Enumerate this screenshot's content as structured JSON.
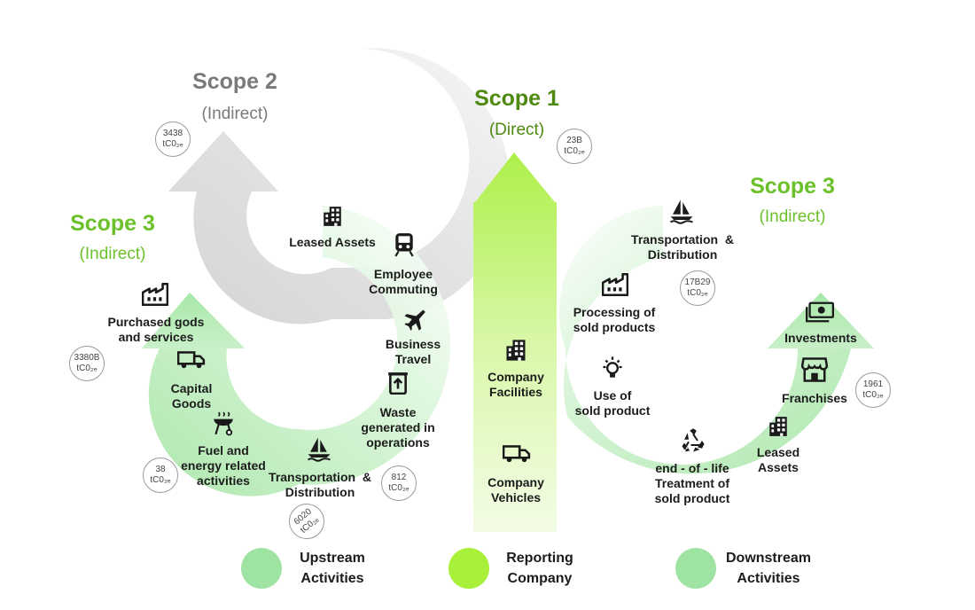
{
  "colors": {
    "scope1": "#4f8a10",
    "scope2": "#7a7a7a",
    "scope3": "#6cc12b",
    "upstream": "#9fe3a3",
    "reporting": "#a8f03a",
    "downstream": "#9fe3a3"
  },
  "scope2": {
    "title": "Scope 2",
    "subtitle": "(Indirect)",
    "badge_value": "3438",
    "badge_unit": "tC0₂ₑ"
  },
  "scope1": {
    "title": "Scope 1",
    "subtitle": "(Direct)",
    "badge_value": "23B",
    "badge_unit": "tC0₂ₑ"
  },
  "scope3_up": {
    "title": "Scope 3",
    "subtitle": "(Indirect)"
  },
  "scope3_down": {
    "title": "Scope 3",
    "subtitle": "(Indirect)"
  },
  "upstream": {
    "leased_assets": "Leased Assets",
    "employee_commuting": "Employee\nCommuting",
    "business_travel": "Business\nTravel",
    "waste": "Waste\ngenerated in\noperations",
    "waste_badge": {
      "value": "812",
      "unit": "tC0₂ₑ"
    },
    "transport": "Transportation  &\nDistribution",
    "transport_badge": {
      "value": "6020",
      "unit": "tC0₂ₑ"
    },
    "fuel": "Fuel and\nenergy related\nactivities",
    "fuel_badge": {
      "value": "38",
      "unit": "tC0₂ₑ"
    },
    "capital_goods": "Capital\nGoods",
    "purchased": "Purchased gods\nand services",
    "purchased_badge": {
      "value": "3380B",
      "unit": "tC0₂ₑ"
    }
  },
  "reporting": {
    "facilities": "Company\nFacilities",
    "vehicles": "Company\nVehicles"
  },
  "downstream": {
    "transport": "Transportation  &\nDistribution",
    "transport_badge": {
      "value": "17B29",
      "unit": "tC0₂ₑ"
    },
    "processing": "Processing of\nsold products",
    "use": "Use of\nsold product",
    "end_of_life": "end - of - life\nTreatment of\nsold product",
    "leased_assets": "Leased\nAssets",
    "franchises": "Franchises",
    "franchises_badge": {
      "value": "1961",
      "unit": "tC0₂ₑ"
    },
    "investments": "Investments"
  },
  "legend": {
    "upstream": "Upstream\nActivities",
    "reporting": "Reporting\nCompany",
    "downstream": "Downstream\nActivities"
  },
  "icons": [
    "building-icon",
    "train-icon",
    "airplane-icon",
    "bin-icon",
    "boat-icon",
    "grill-icon",
    "truck-icon",
    "factory-icon",
    "bulb-icon",
    "recycle-icon",
    "money-icon",
    "shop-icon"
  ]
}
